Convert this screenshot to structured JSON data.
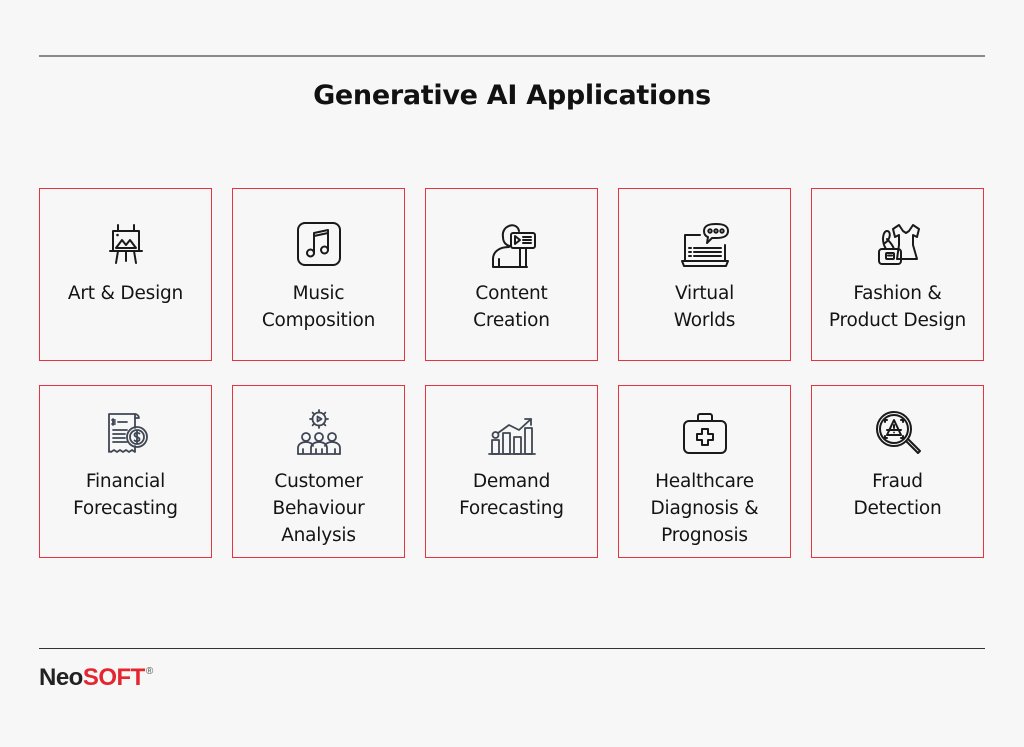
{
  "header": {
    "title": "Generative AI Applications"
  },
  "cards": [
    {
      "label": "Art & Design",
      "icon": "easel-icon"
    },
    {
      "label": "Music\nComposition",
      "icon": "music-note-icon"
    },
    {
      "label": "Content\nCreation",
      "icon": "content-creator-icon"
    },
    {
      "label": "Virtual\nWorlds",
      "icon": "laptop-chat-icon"
    },
    {
      "label": "Fashion &\nProduct Design",
      "icon": "dress-bag-icon"
    },
    {
      "label": "Financial\nForecasting",
      "icon": "receipt-dollar-icon"
    },
    {
      "label": "Customer\nBehaviour\nAnalysis",
      "icon": "people-gear-icon"
    },
    {
      "label": "Demand\nForecasting",
      "icon": "bar-chart-trend-icon"
    },
    {
      "label": "Healthcare\nDiagnosis &\nPrognosis",
      "icon": "medical-kit-icon"
    },
    {
      "label": "Fraud\nDetection",
      "icon": "magnifier-alert-icon"
    }
  ],
  "footer": {
    "logo_part1": "Neo",
    "logo_part2": "SOFT",
    "logo_mark": "®"
  },
  "colors": {
    "background": "#f7f7f7",
    "card_border": "#e63340",
    "brand_red": "#e3262f",
    "text": "#141414"
  }
}
